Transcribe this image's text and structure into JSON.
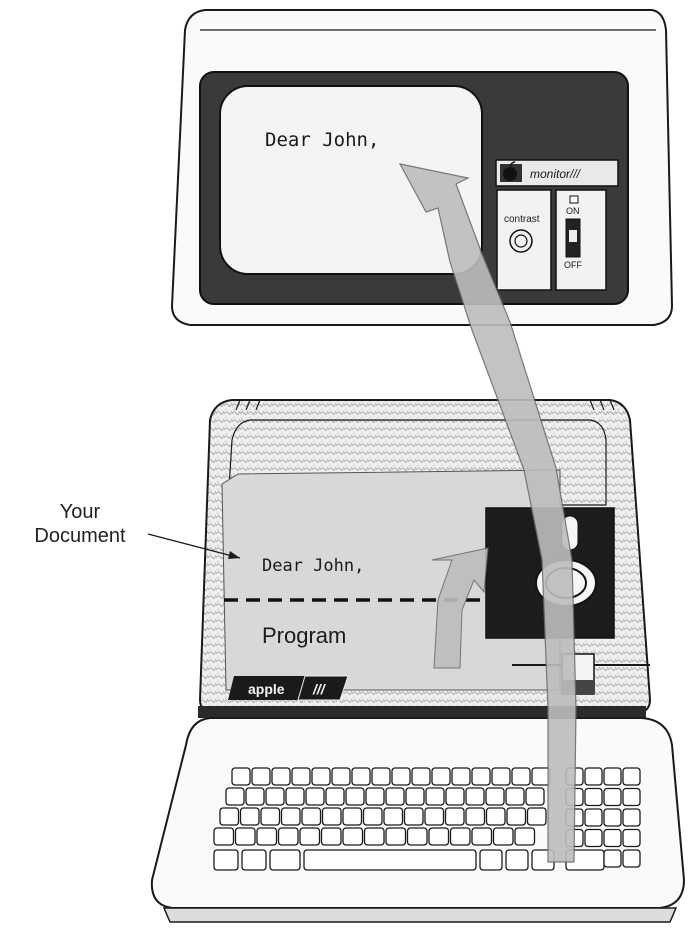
{
  "labels": {
    "your_document_line1": "Your",
    "your_document_line2": "Document",
    "program": "Program"
  },
  "screen_text": "Dear John,",
  "document_text": "Dear John,",
  "monitor": {
    "brand": "monitor///",
    "contrast": "contrast",
    "switch_on": "ON",
    "switch_off": "OFF"
  },
  "computer": {
    "brand": "apple",
    "model": "///"
  },
  "colors": {
    "ink": "#1a1a1a",
    "document_fill": "#d8d8d8",
    "arrow_fill": "#bdbdbd",
    "bezel": "#3a3a3a",
    "screen": "#f4f4f4"
  },
  "icons": [
    "apple-logo-icon",
    "contrast-knob-icon",
    "power-switch-icon",
    "disk-drive-icon"
  ]
}
